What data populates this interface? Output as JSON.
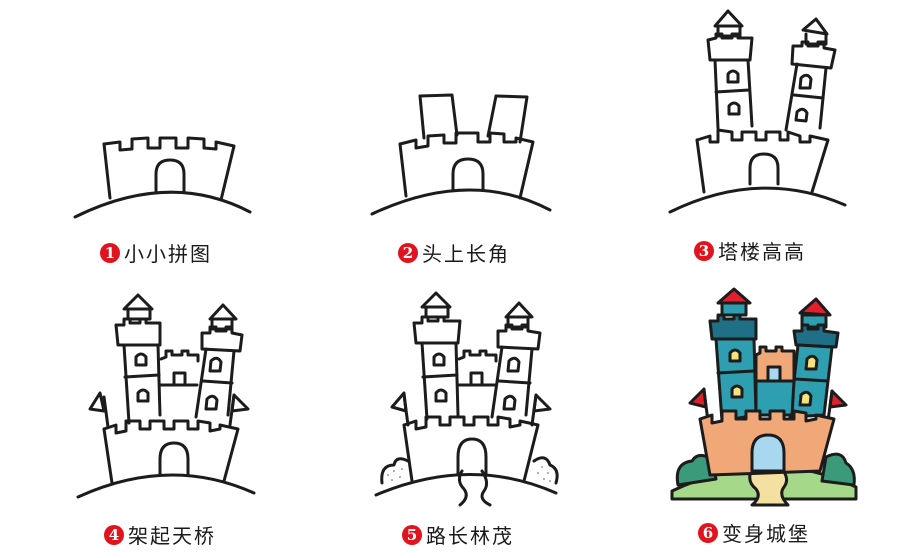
{
  "steps": [
    {
      "number": "1",
      "label": "小小拼图"
    },
    {
      "number": "2",
      "label": "头上长角"
    },
    {
      "number": "3",
      "label": "塔楼高高"
    },
    {
      "number": "4",
      "label": "架起天桥"
    },
    {
      "number": "5",
      "label": "路长林茂"
    },
    {
      "number": "6",
      "label": "变身城堡"
    }
  ],
  "colors": {
    "badge": "#e0141e",
    "tower": "#2e9fb0",
    "tower_top": "#1f6f86",
    "roof": "#e0202a",
    "wall": "#f0a878",
    "door": "#a8d8f0",
    "window": "#f4e27a",
    "hill": "#a6d88a",
    "path": "#f4e0a0",
    "bush": "#3a9a7a"
  }
}
